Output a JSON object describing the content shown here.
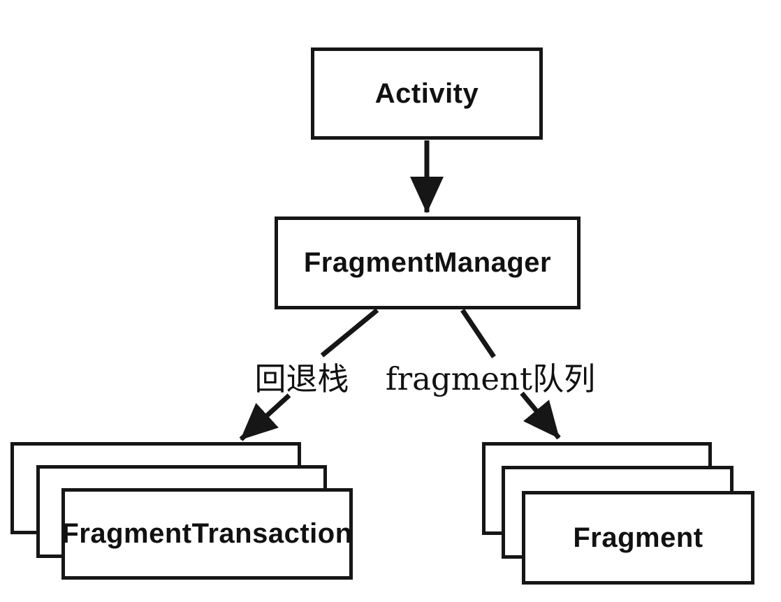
{
  "diagram": {
    "colors": {
      "background": "#ffffff",
      "line": "#161616",
      "box_fill": "#ffffff",
      "text": "#111111"
    },
    "nodes": {
      "activity": {
        "label": "Activity"
      },
      "fragment_manager": {
        "label": "FragmentManager"
      },
      "fragment_transaction": {
        "label": "FragmentTransaction",
        "stack_count": 3
      },
      "fragment": {
        "label": "Fragment",
        "stack_count": 3
      }
    },
    "edge_labels": {
      "back_stack": "回退栈",
      "fragment_queue": "fragment队列"
    }
  }
}
